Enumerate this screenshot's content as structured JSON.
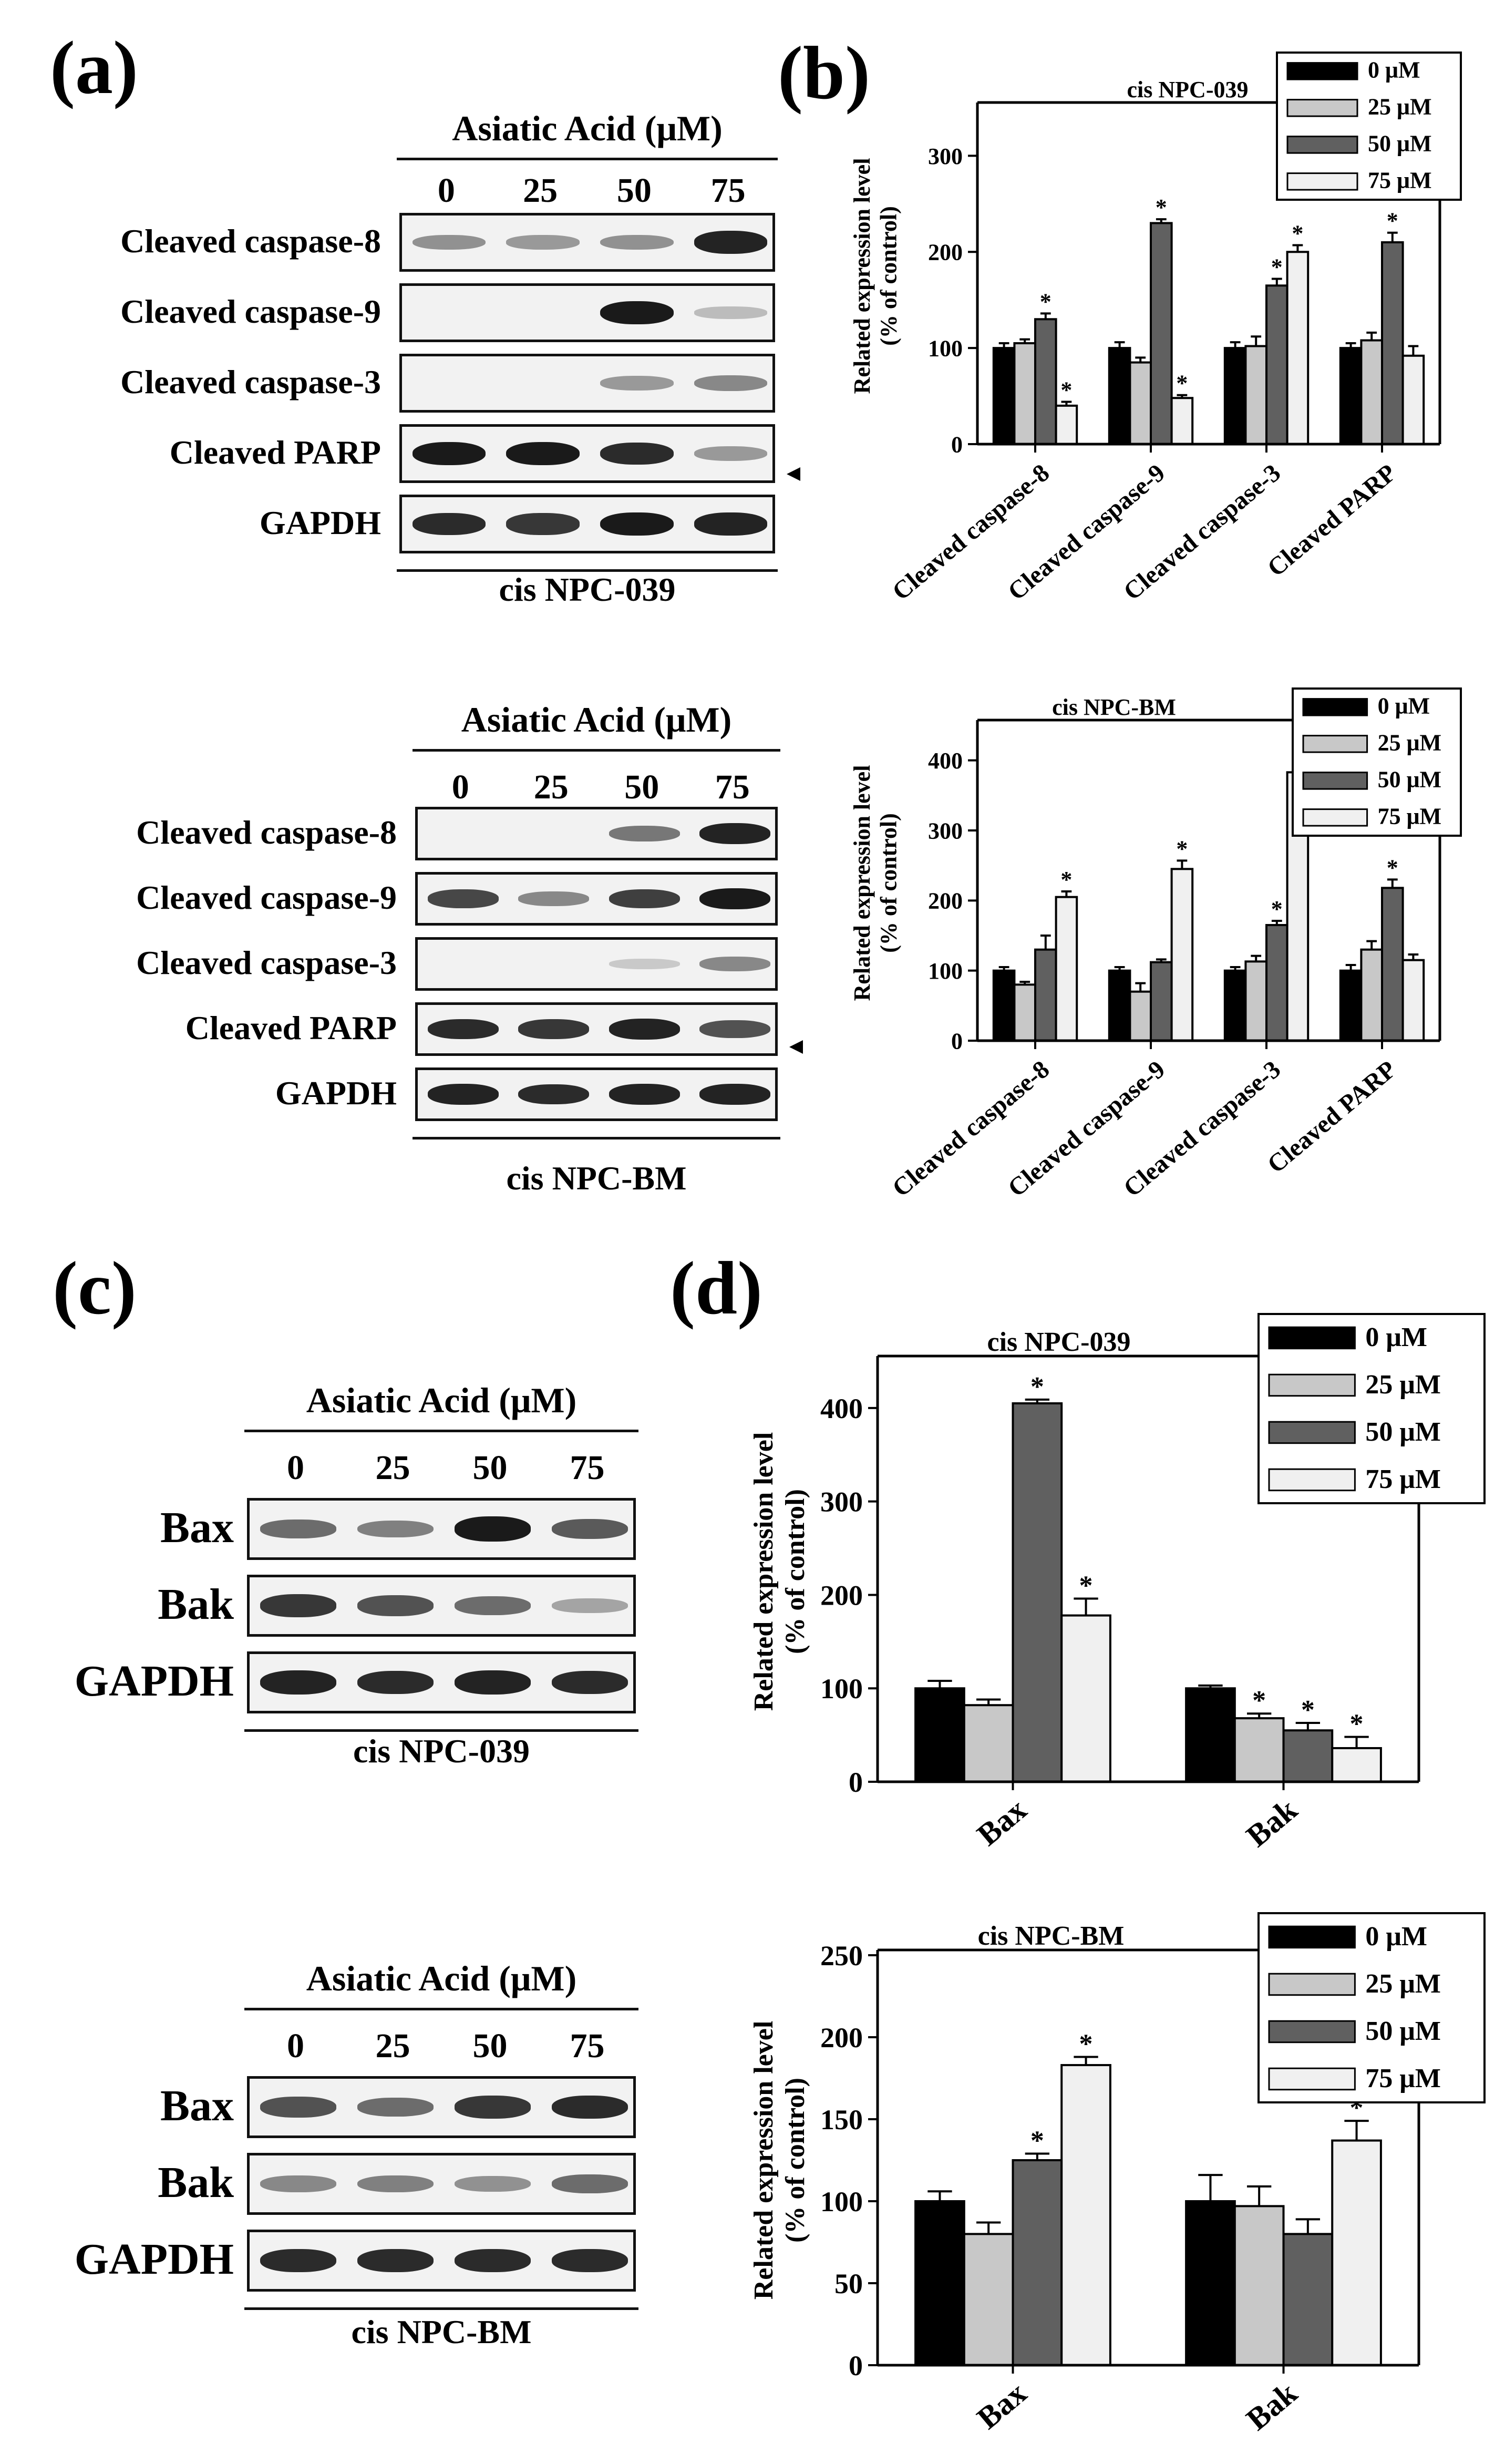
{
  "panels": {
    "a": "(a)",
    "b": "(b)",
    "c": "(c)",
    "d": "(d)"
  },
  "blots": [
    {
      "header": "Asiatic Acid (μM)",
      "lanes": [
        "0",
        "25",
        "50",
        "75"
      ],
      "cell": "cis NPC-039",
      "rows": [
        {
          "label": "Cleaved caspase-8",
          "arrow": false,
          "intensity": [
            0.35,
            0.3,
            0.35,
            0.95
          ]
        },
        {
          "label": "Cleaved caspase-9",
          "arrow": false,
          "intensity": [
            0.0,
            0.0,
            1.0,
            0.12
          ]
        },
        {
          "label": "Cleaved caspase-3",
          "arrow": false,
          "intensity": [
            0.0,
            0.0,
            0.3,
            0.4
          ]
        },
        {
          "label": "Cleaved PARP",
          "arrow": true,
          "intensity": [
            1.0,
            1.0,
            0.9,
            0.3
          ]
        },
        {
          "label": "GAPDH",
          "arrow": false,
          "intensity": [
            0.9,
            0.85,
            1.0,
            0.95
          ]
        }
      ]
    },
    {
      "header": "Asiatic Acid (μM)",
      "lanes": [
        "0",
        "25",
        "50",
        "75"
      ],
      "cell": "cis NPC-BM",
      "rows": [
        {
          "label": "Cleaved caspase-8",
          "arrow": false,
          "intensity": [
            0.0,
            0.0,
            0.5,
            0.95
          ]
        },
        {
          "label": "Cleaved caspase-9",
          "arrow": false,
          "intensity": [
            0.75,
            0.4,
            0.8,
            1.0
          ]
        },
        {
          "label": "Cleaved caspase-3",
          "arrow": false,
          "intensity": [
            0.0,
            0.0,
            0.05,
            0.4
          ]
        },
        {
          "label": "Cleaved PARP",
          "arrow": true,
          "intensity": [
            0.9,
            0.85,
            0.95,
            0.7
          ]
        },
        {
          "label": "GAPDH",
          "arrow": false,
          "intensity": [
            0.95,
            0.9,
            0.95,
            0.95
          ]
        }
      ]
    },
    {
      "header": "Asiatic Acid (μM)",
      "lanes": [
        "0",
        "25",
        "50",
        "75"
      ],
      "cell": "cis NPC-039",
      "rows": [
        {
          "label": "Bax",
          "arrow": false,
          "intensity": [
            0.55,
            0.45,
            1.0,
            0.65
          ]
        },
        {
          "label": "Bak",
          "arrow": false,
          "intensity": [
            0.85,
            0.7,
            0.55,
            0.25
          ]
        },
        {
          "label": "GAPDH",
          "arrow": false,
          "intensity": [
            0.95,
            0.9,
            0.95,
            0.9
          ]
        }
      ]
    },
    {
      "header": "Asiatic Acid (μM)",
      "lanes": [
        "0",
        "25",
        "50",
        "75"
      ],
      "cell": "cis NPC-BM",
      "rows": [
        {
          "label": "Bax",
          "arrow": false,
          "intensity": [
            0.7,
            0.55,
            0.85,
            0.9
          ]
        },
        {
          "label": "Bak",
          "arrow": false,
          "intensity": [
            0.4,
            0.45,
            0.35,
            0.55
          ]
        },
        {
          "label": "GAPDH",
          "arrow": false,
          "intensity": [
            0.9,
            0.9,
            0.9,
            0.9
          ]
        }
      ]
    }
  ],
  "colors": {
    "s0": "#000000",
    "s1": "#c8c8c8",
    "s2": "#606060",
    "s3": "#f0f0f0"
  },
  "chart_data": [
    {
      "type": "bar",
      "title": "cis NPC-039",
      "ylabel": "Related expression level (% of control)",
      "xlabel": "",
      "ylim": [
        0,
        350
      ],
      "yticks": [
        0,
        100,
        200,
        300
      ],
      "categories": [
        "Cleaved caspase-8",
        "Cleaved caspase-9",
        "Cleaved caspase-3",
        "Cleaved PARP"
      ],
      "series": [
        {
          "name": "0 μM",
          "values": [
            100,
            100,
            100,
            100
          ],
          "errors": [
            5,
            6,
            6,
            5
          ],
          "sig": [
            false,
            false,
            false,
            false
          ]
        },
        {
          "name": "25 μM",
          "values": [
            105,
            85,
            102,
            108
          ],
          "errors": [
            4,
            5,
            10,
            8
          ],
          "sig": [
            false,
            false,
            false,
            false
          ]
        },
        {
          "name": "50 μM",
          "values": [
            130,
            230,
            165,
            210
          ],
          "errors": [
            6,
            4,
            7,
            10
          ],
          "sig": [
            true,
            true,
            true,
            true
          ]
        },
        {
          "name": "75 μM",
          "values": [
            40,
            48,
            200,
            92
          ],
          "errors": [
            4,
            3,
            7,
            10
          ],
          "sig": [
            true,
            true,
            true,
            false
          ]
        }
      ],
      "legend": "top-right",
      "grid": false
    },
    {
      "type": "bar",
      "title": "cis NPC-BM",
      "ylabel": "Related expression level (% of control)",
      "xlabel": "",
      "ylim": [
        0,
        450
      ],
      "yticks": [
        0,
        100,
        200,
        300,
        400
      ],
      "categories": [
        "Cleaved caspase-8",
        "Cleaved caspase-9",
        "Cleaved caspase-3",
        "Cleaved PARP"
      ],
      "series": [
        {
          "name": "0 μM",
          "values": [
            100,
            100,
            100,
            100
          ],
          "errors": [
            5,
            5,
            5,
            8
          ],
          "sig": [
            false,
            false,
            false,
            false
          ]
        },
        {
          "name": "25 μM",
          "values": [
            80,
            70,
            113,
            130
          ],
          "errors": [
            4,
            12,
            8,
            12
          ],
          "sig": [
            false,
            false,
            false,
            false
          ]
        },
        {
          "name": "50 μM",
          "values": [
            130,
            112,
            165,
            218
          ],
          "errors": [
            20,
            4,
            6,
            12
          ],
          "sig": [
            false,
            false,
            true,
            true
          ]
        },
        {
          "name": "75 μM",
          "values": [
            205,
            245,
            383,
            115
          ],
          "errors": [
            8,
            12,
            8,
            8
          ],
          "sig": [
            true,
            true,
            true,
            false
          ]
        }
      ],
      "legend": "top-right",
      "grid": false
    },
    {
      "type": "bar",
      "title": "cis NPC-039",
      "ylabel": "Related expression level (% of control)",
      "xlabel": "",
      "ylim": [
        0,
        450
      ],
      "yticks": [
        0,
        100,
        200,
        300,
        400
      ],
      "categories": [
        "Bax",
        "Bak"
      ],
      "series": [
        {
          "name": "0 μM",
          "values": [
            100,
            100
          ],
          "errors": [
            8,
            3
          ],
          "sig": [
            false,
            false
          ]
        },
        {
          "name": "25 μM",
          "values": [
            82,
            68
          ],
          "errors": [
            6,
            5
          ],
          "sig": [
            false,
            true
          ]
        },
        {
          "name": "50 μM",
          "values": [
            405,
            55
          ],
          "errors": [
            4,
            8
          ],
          "sig": [
            true,
            true
          ]
        },
        {
          "name": "75 μM",
          "values": [
            178,
            36
          ],
          "errors": [
            18,
            12
          ],
          "sig": [
            true,
            true
          ]
        }
      ],
      "legend": "top-right",
      "grid": false
    },
    {
      "type": "bar",
      "title": "cis NPC-BM",
      "ylabel": "Related expression level (% of control)",
      "xlabel": "",
      "ylim": [
        0,
        250
      ],
      "yticks": [
        0,
        50,
        100,
        150,
        200,
        250
      ],
      "categories": [
        "Bax",
        "Bak"
      ],
      "series": [
        {
          "name": "0 μM",
          "values": [
            100,
            100
          ],
          "errors": [
            6,
            16
          ],
          "sig": [
            false,
            false
          ]
        },
        {
          "name": "25 μM",
          "values": [
            80,
            97
          ],
          "errors": [
            7,
            12
          ],
          "sig": [
            false,
            false
          ]
        },
        {
          "name": "50 μM",
          "values": [
            125,
            80
          ],
          "errors": [
            4,
            9
          ],
          "sig": [
            true,
            false
          ]
        },
        {
          "name": "75 μM",
          "values": [
            183,
            137
          ],
          "errors": [
            5,
            12
          ],
          "sig": [
            true,
            true
          ]
        }
      ],
      "legend": "top-right",
      "grid": false
    }
  ]
}
